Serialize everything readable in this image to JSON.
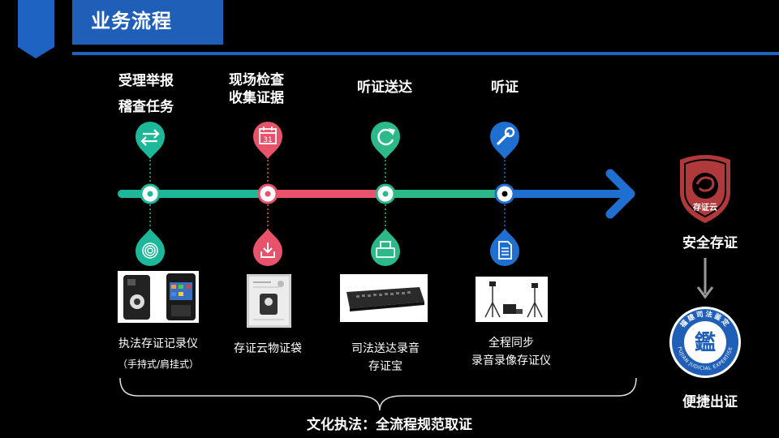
{
  "header": {
    "title": "业务流程"
  },
  "steps": [
    {
      "label_line1": "受理举报",
      "label_line2": "稽查任务",
      "top_icon": "swap-arrows-icon",
      "bottom_icon": "fingerprint-icon",
      "top_color": "#1db89a",
      "bottom_color": "#1db89a",
      "device": "body-camera-image",
      "caption_line1": "执法存证记录仪",
      "caption_line2": "（手持式/肩挂式）"
    },
    {
      "label_line1": "现场检查",
      "label_line2": "收集证据",
      "top_icon": "calendar-icon",
      "bottom_icon": "download-icon",
      "top_color": "#e8536b",
      "bottom_color": "#e8536b",
      "calendar_day": "31",
      "device": "evidence-bag-image",
      "caption_line1": "存证云物证袋",
      "caption_line2": ""
    },
    {
      "label_line1": "听证送达",
      "label_line2": "",
      "top_icon": "refresh-icon",
      "bottom_icon": "printer-icon",
      "top_color": "#2cb98a",
      "bottom_color": "#2cb98a",
      "device": "rack-recorder-image",
      "caption_line1": "司法送达录音",
      "caption_line2": "存证宝"
    },
    {
      "label_line1": "听证",
      "label_line2": "",
      "top_icon": "wrench-icon",
      "bottom_icon": "document-icon",
      "top_color": "#1e6fd0",
      "bottom_color": "#1e6fd0",
      "device": "tripod-recorder-image",
      "caption_line1": "全程同步",
      "caption_line2": "录音录像存证仪"
    }
  ],
  "right": {
    "shield_text": "存证云",
    "shield_label": "安全存证",
    "seal_text": "福建司法鉴定",
    "seal_center": "鑑",
    "seal_ring": "FUJIAN JUDICIAL EXPERTISE",
    "seal_label": "便捷出证"
  },
  "bottom": {
    "text": "文化执法：全流程规范取证"
  },
  "colors": {
    "accent_blue": "#1f63c2",
    "teal": "#1db89a",
    "pink": "#e8536b",
    "green": "#2cb98a",
    "blue": "#1e6fd0",
    "shield_red": "#b0393b"
  }
}
